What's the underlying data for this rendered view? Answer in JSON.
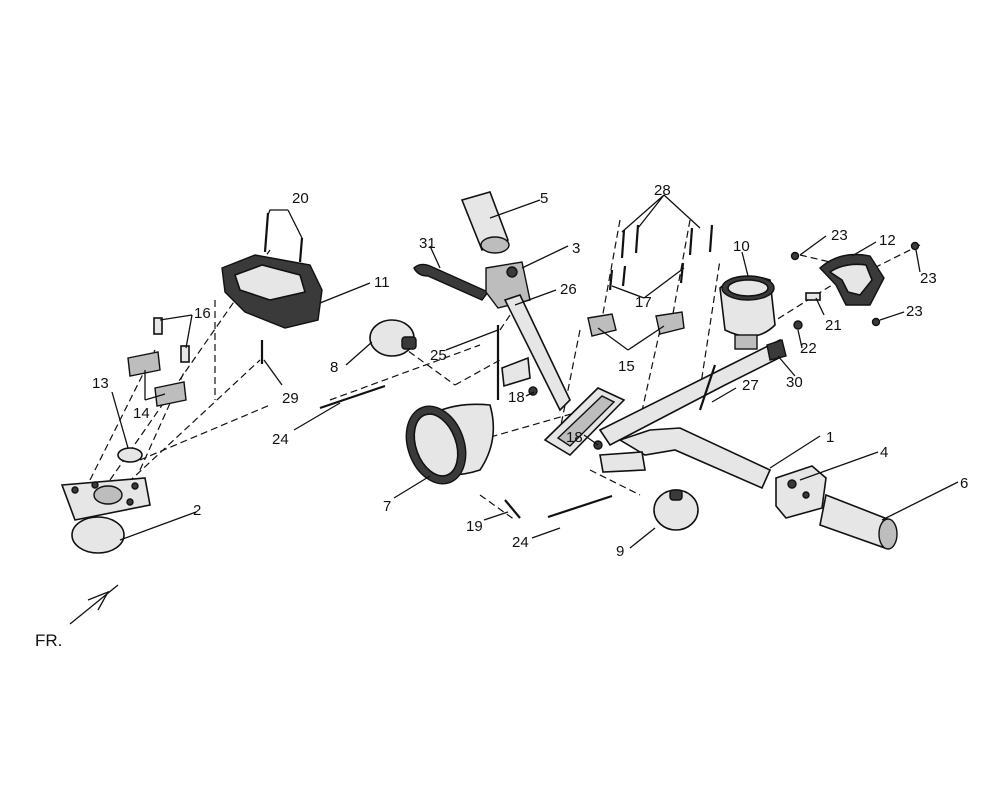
{
  "orientation_label": "FR.",
  "callouts": {
    "c1": "1",
    "c2": "2",
    "c3": "3",
    "c4": "4",
    "c5": "5",
    "c6": "6",
    "c7": "7",
    "c8": "8",
    "c9": "9",
    "c10": "10",
    "c11": "11",
    "c12": "12",
    "c13": "13",
    "c14": "14",
    "c15": "15",
    "c16": "16",
    "c17": "17",
    "c18a": "18",
    "c18b": "18",
    "c19": "19",
    "c20": "20",
    "c21": "21",
    "c22": "22",
    "c23a": "23",
    "c23b": "23",
    "c23c": "23",
    "c24a": "24",
    "c24b": "24",
    "c25": "25",
    "c26": "26",
    "c27": "27",
    "c28": "28",
    "c29": "29",
    "c30": "30",
    "c31": "31"
  }
}
